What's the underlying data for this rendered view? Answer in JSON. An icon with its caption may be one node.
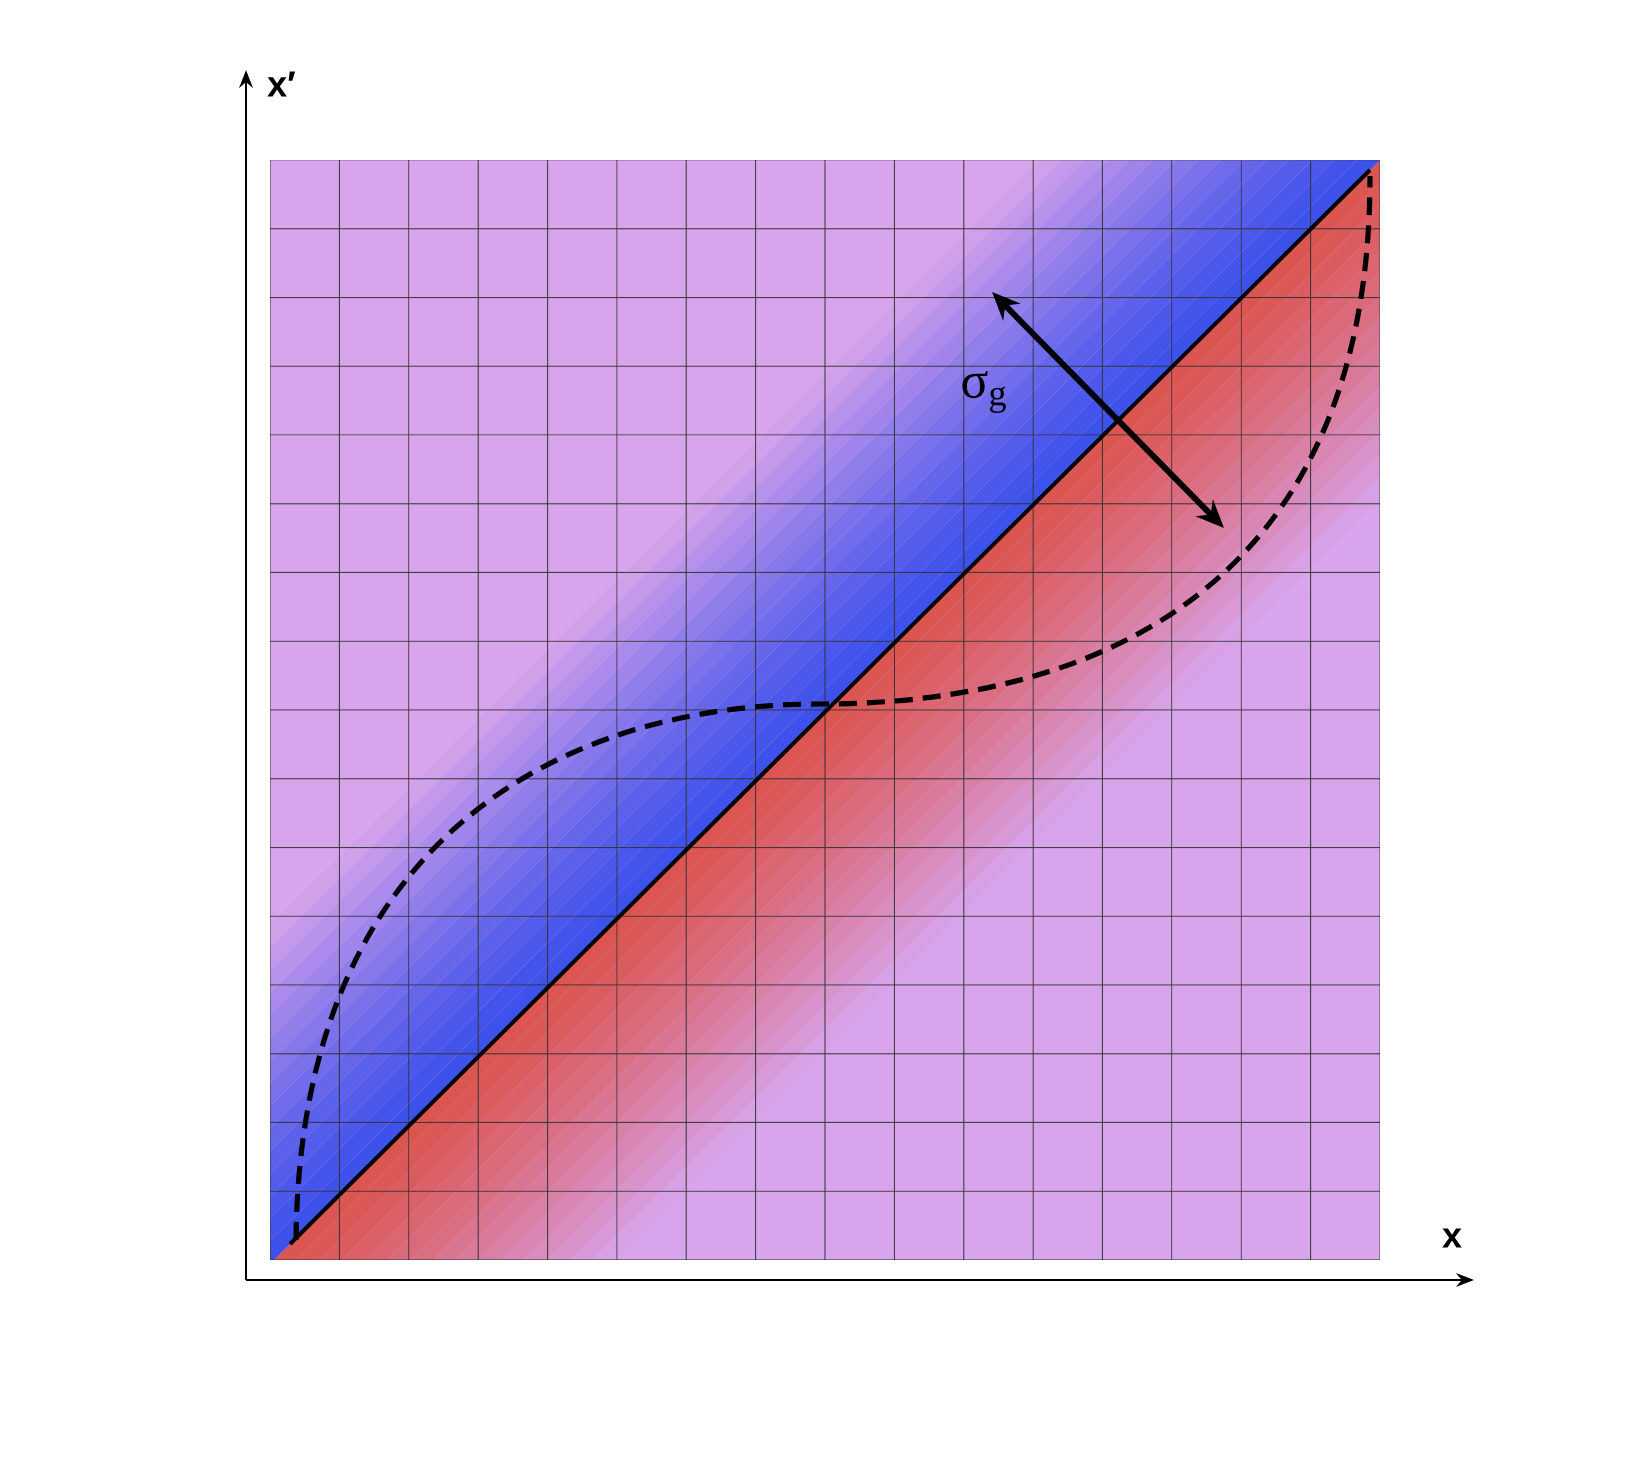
{
  "diagram": {
    "labels": [
      "x′",
      "x",
      "σ$_{g}$"
    ]
  }
}
